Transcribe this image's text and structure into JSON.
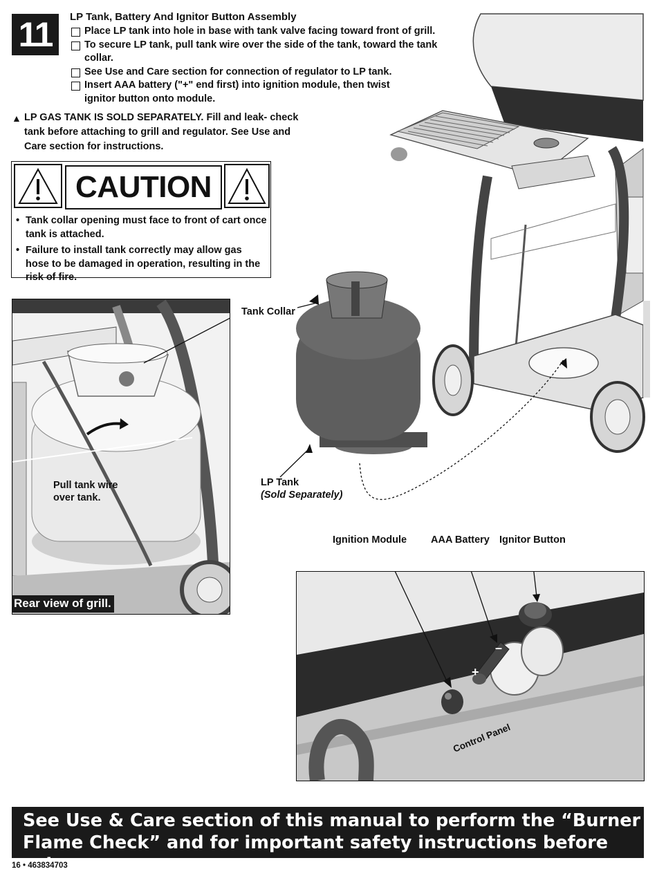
{
  "step": {
    "number": "11",
    "title": "LP Tank, Battery And Ignitor Button Assembly",
    "items": [
      "Place LP tank into hole in base with tank valve facing toward front of grill.",
      "To secure LP tank, pull tank wire over the side of the tank, toward the tank collar.",
      "See Use and Care section for connection of regulator to LP tank.",
      "Insert AAA battery (\"+\" end first) into ignition module, then twist ignitor button onto module."
    ]
  },
  "warning": {
    "symbol": "▲",
    "text": "LP GAS TANK IS SOLD SEPARATELY. Fill and leak- check tank before attaching to grill and regulator. See Use and Care section for instructions."
  },
  "caution": {
    "heading": "CAUTION",
    "bullets": [
      "Tank collar opening must face to front of cart once tank is attached.",
      "Failure to install tank correctly may allow gas hose to be damaged in operation, resulting in the risk of fire."
    ]
  },
  "rear_view": {
    "caption": "Rear view of grill.",
    "pull_note": "Pull tank wire over tank."
  },
  "callouts": {
    "tank_collar": "Tank Collar",
    "lp_tank": "LP Tank",
    "sold_separately": "(Sold Separately)",
    "ignition_module": "Ignition Module",
    "aaa_battery": "AAA Battery",
    "ignitor_button": "Ignitor Button",
    "control_panel": "Control Panel",
    "plus_sign": "+",
    "minus_sign": "–"
  },
  "banner": {
    "line1": "See Use & Care section of this manual to perform the “Burner",
    "line2": "Flame Check” and for important safety instructions before using."
  },
  "footer": {
    "page_ref": "16 • 463834703"
  }
}
